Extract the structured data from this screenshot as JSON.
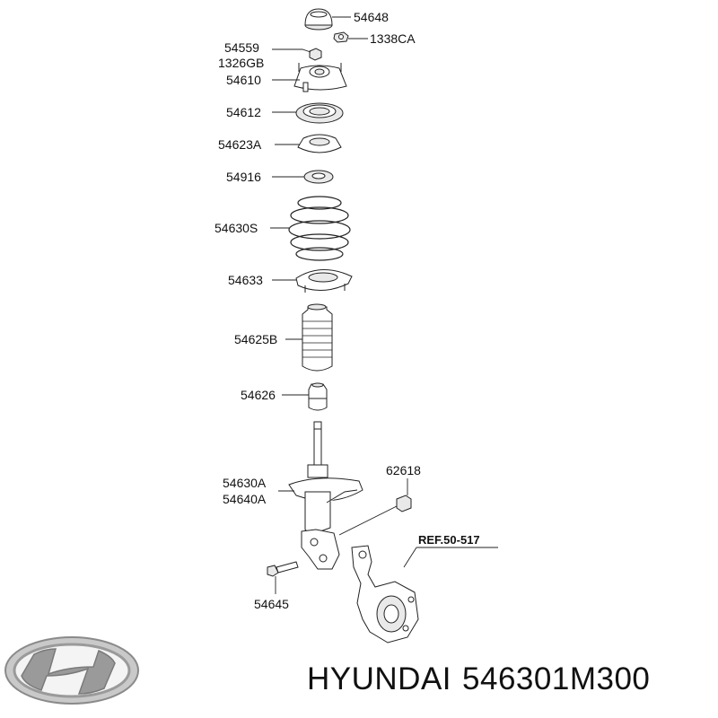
{
  "labels": {
    "p54648": "54648",
    "p1338CA": "1338CA",
    "p54559": "54559",
    "p1326GB": "1326GB",
    "p54610": "54610",
    "p54612": "54612",
    "p54623A": "54623A",
    "p54916": "54916",
    "p54630S": "54630S",
    "p54633": "54633",
    "p54625B": "54625B",
    "p54626": "54626",
    "p62618": "62618",
    "p54630A": "54630A",
    "p54640A": "54640A",
    "ref": "REF.50-517",
    "p54645": "54645"
  },
  "footer": {
    "brand": "HYUNDAI",
    "part_number": "546301M300"
  },
  "logo": {
    "icon": "hyundai-logo-icon",
    "color": "#9a9a9a"
  }
}
